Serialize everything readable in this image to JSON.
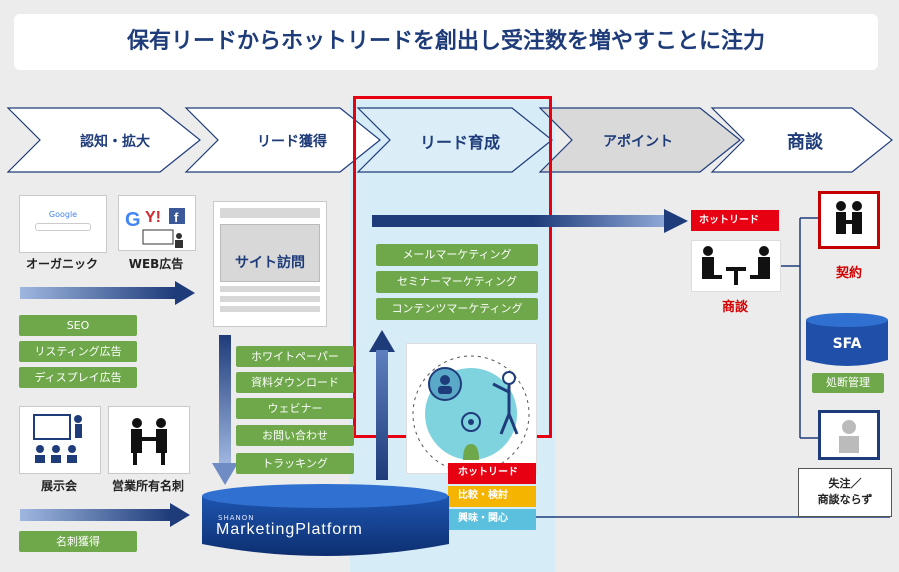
{
  "title": "保有リードからホットリードを創出し受注数を増やすことに注力",
  "stages": [
    "認知・拡大",
    "リード獲得",
    "リード育成",
    "アポイント",
    "商談"
  ],
  "awareness": {
    "organic_label": "オーガニック",
    "web_ad_label": "WEB広告",
    "ads": [
      "SEO",
      "リスティング広告",
      "ディスプレイ広告"
    ],
    "expo_label": "展示会",
    "bizcard_label": "営業所有名刺",
    "bizcard_tag": "名刺獲得"
  },
  "acquisition": {
    "site_visit": "サイト訪問",
    "items": [
      "ホワイトペーパー",
      "資料ダウンロード",
      "ウェビナー",
      "お問い合わせ",
      "トラッキング"
    ]
  },
  "nurturing": {
    "items": [
      "メールマーケティング",
      "セミナーマーケティング",
      "コンテンツマーケティング"
    ]
  },
  "lead_stack": [
    "ホットリード",
    "比較・検討",
    "興味・関心"
  ],
  "appointment": {
    "hot_lead": "ホットリード",
    "meeting_label": "商談"
  },
  "deal": {
    "contract_label": "契約",
    "sfa_label": "SFA",
    "sfa_tag": "処断管理",
    "lost_label": "失注／\n商談ならず"
  },
  "platform": {
    "brand_small": "SHANON",
    "brand_big": "MarketingPlatform"
  },
  "colors": {
    "navy": "#1f3c7a",
    "green": "#6ea84a",
    "red": "#e60012",
    "orange": "#f5b400",
    "cyan": "#5bc0de"
  }
}
